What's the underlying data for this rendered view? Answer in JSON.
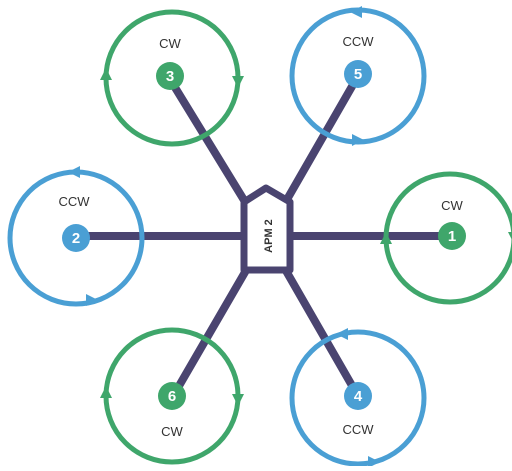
{
  "diagram": {
    "controller_label": "APM 2",
    "colors": {
      "arm": "#4a4470",
      "cw": "#3fa66b",
      "ccw": "#4a9fd4",
      "controller_fill": "#ffffff"
    },
    "motors": [
      {
        "number": "1",
        "rotation": "CW"
      },
      {
        "number": "2",
        "rotation": "CCW"
      },
      {
        "number": "3",
        "rotation": "CW"
      },
      {
        "number": "4",
        "rotation": "CCW"
      },
      {
        "number": "5",
        "rotation": "CCW"
      },
      {
        "number": "6",
        "rotation": "CW"
      }
    ]
  }
}
